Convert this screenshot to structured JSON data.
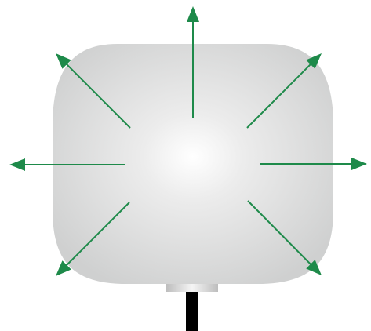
{
  "diagram": {
    "colors": {
      "arrow": "#1e8a4a",
      "body_center": "#ffffff",
      "body_edge": "#cfd0d0",
      "collar": "#c8c8c8",
      "stem": "#000000",
      "background": "#ffffff"
    },
    "arrow_directions": [
      "up",
      "up-right",
      "right",
      "down-right",
      "down-left",
      "left",
      "up-left"
    ],
    "icons": [
      "round-body-shape",
      "collar-shape",
      "stem-shape",
      "radiating-arrow-icon"
    ]
  }
}
